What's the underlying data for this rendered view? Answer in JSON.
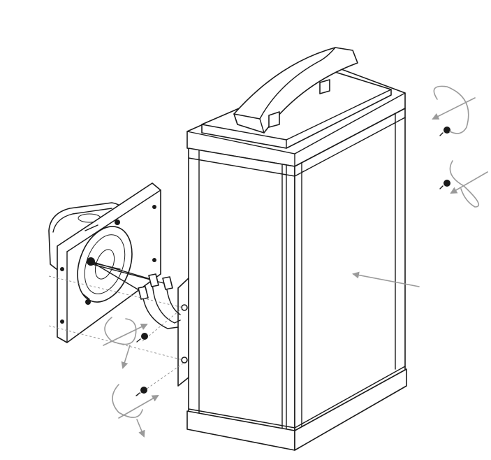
{
  "title": "",
  "colors": {
    "line": "#1a1a1a",
    "arrow": "#9a9a9a",
    "background": "#ffffff"
  },
  "parts": [
    "lantern-fixture",
    "mounting-plate",
    "junction-box",
    "wire-connectors",
    "screws"
  ],
  "icons": [
    "rotation-arrow-icon",
    "direction-arrow-icon",
    "screw-icon"
  ]
}
